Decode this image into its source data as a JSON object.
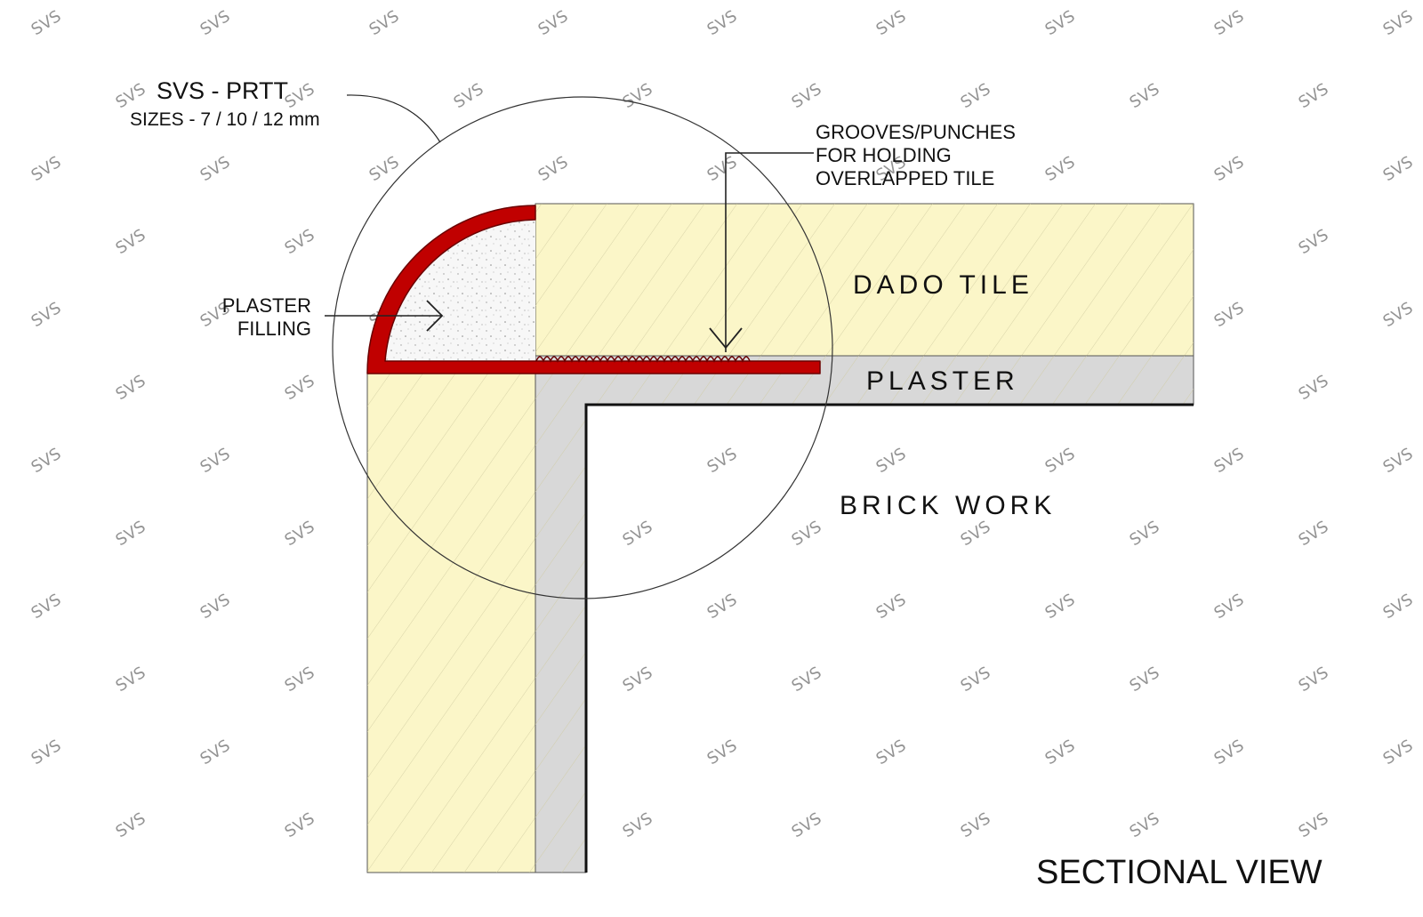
{
  "product": {
    "name": "SVS - PRTT",
    "sizes": "SIZES - 7 / 10 / 12 mm"
  },
  "labels": {
    "grooves": [
      "GROOVES/PUNCHES",
      "FOR HOLDING",
      "OVERLAPPED TILE"
    ],
    "plaster_filling": [
      "PLASTER",
      "FILLING"
    ],
    "dado_tile": "DADO TILE",
    "plaster": "PLASTER",
    "brick_work": "BRICK WORK",
    "view_title": "SECTIONAL VIEW"
  },
  "watermark": "SVS",
  "colors": {
    "tile_fill": "#FBF6C8",
    "plaster_fill": "#D8D8D8",
    "trim_red": "#C00000",
    "trim_outline": "#6A0000",
    "filling_fill": "#F6F6F6",
    "line": "#222222",
    "watermark": "#9FD8D4"
  }
}
